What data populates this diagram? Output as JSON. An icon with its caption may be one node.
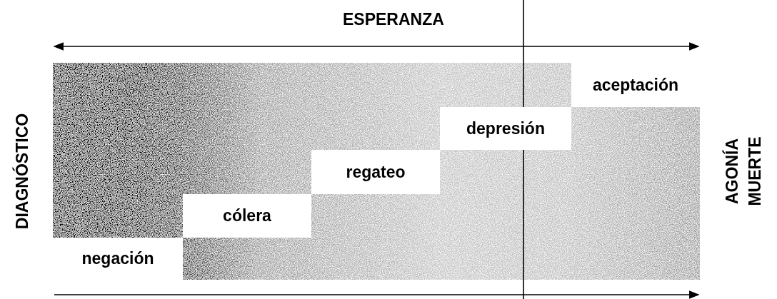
{
  "diagram": {
    "nodes": [
      {
        "text": [
          "negación"
        ]
      },
      {
        "text": [
          "cólera"
        ]
      },
      {
        "text": [
          "regateo"
        ]
      },
      {
        "text": [
          "depresión"
        ]
      },
      {
        "text": [
          "aceptación"
        ]
      }
    ],
    "labels": [
      "ESPERANZA",
      "DIAGNÓSTICO",
      "AGONÍA",
      "MUERTE"
    ]
  }
}
